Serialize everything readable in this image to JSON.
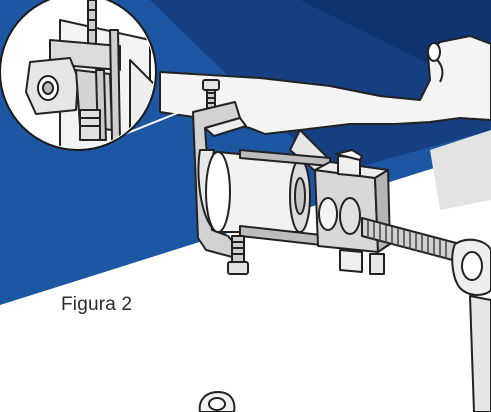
{
  "figure": {
    "caption": "Figura 2"
  },
  "icons": {
    "background": "blue-diagonal-background",
    "main_tool": "bushing-puller-tool",
    "detail_inset": "bracket-detail-magnifier",
    "wrench": "ratchet-wrench",
    "chassis": "suspension-arm",
    "fastener_bottom": "bolt-head"
  },
  "colors": {
    "navy": "#0f3d7a",
    "blue": "#1d56a3",
    "light_blue": "#2f6fbd",
    "outline": "#222222",
    "metal_light": "#ececec",
    "metal_mid": "#c9c9c9",
    "metal_dark": "#8f8f8f"
  }
}
